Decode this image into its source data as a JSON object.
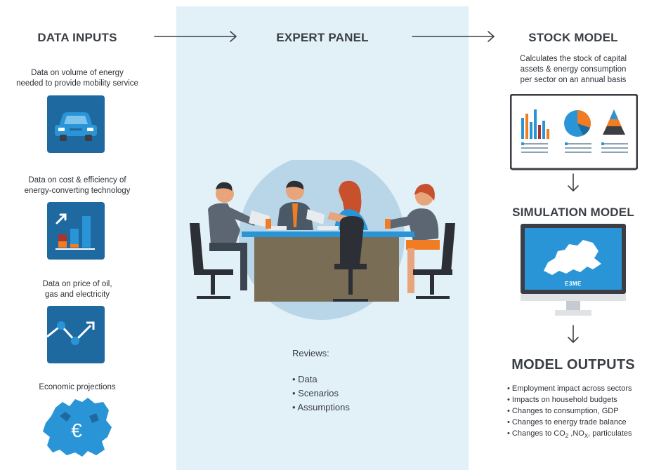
{
  "columns": {
    "data_inputs": "DATA INPUTS",
    "expert_panel": "EXPERT PANEL",
    "stock_model": "STOCK MODEL"
  },
  "inputs": [
    {
      "text": "Data on volume of energy needed to provide mobility service",
      "line1": "Data on volume of energy",
      "line2": "needed to provide mobility service",
      "icon": "car-icon"
    },
    {
      "text": "Data on cost & efficiency of energy-converting technology",
      "line1": "Data on cost & efficiency of",
      "line2": "energy-converting technology",
      "icon": "bar-chart-growth-icon"
    },
    {
      "text": "Data on price of oil, gas and electricity",
      "line1": "Data on price of oil,",
      "line2": "gas and electricity",
      "icon": "line-trend-icon"
    },
    {
      "text": "Economic projections",
      "line1": "Economic projections",
      "line2": "",
      "icon": "europe-euro-map-icon"
    }
  ],
  "stock_model": {
    "description_lines": [
      "Calculates the stock of capital",
      "assets & energy consumption",
      "per sector on an annual basis"
    ],
    "icon": "dashboard-charts-icon"
  },
  "simulation_model": {
    "title": "SIMULATION MODEL",
    "screen_label": "E3ME",
    "icon": "monitor-europe-map-icon"
  },
  "reviews": {
    "title": "Reviews:",
    "items": [
      "Data",
      "Scenarios",
      "Assumptions"
    ]
  },
  "model_outputs": {
    "title": "MODEL OUTPUTS",
    "items": [
      "Employment impact across sectors",
      "Impacts on household budgets",
      "Changes to consumption, GDP",
      "Changes to energy trade balance"
    ],
    "last_item": {
      "prefix": "Changes to CO",
      "sub1": "2",
      "mid": " ,NO",
      "sub2": "X",
      "suffix": ", particulates"
    }
  },
  "colors": {
    "panel_bg": "#e2f0f8",
    "tile_blue": "#1e6aa0",
    "bright_blue": "#2a95d6",
    "orange": "#f07d23",
    "dark_red": "#a8342b",
    "table_brown": "#7a6d55",
    "text_dark": "#3b3f45"
  }
}
